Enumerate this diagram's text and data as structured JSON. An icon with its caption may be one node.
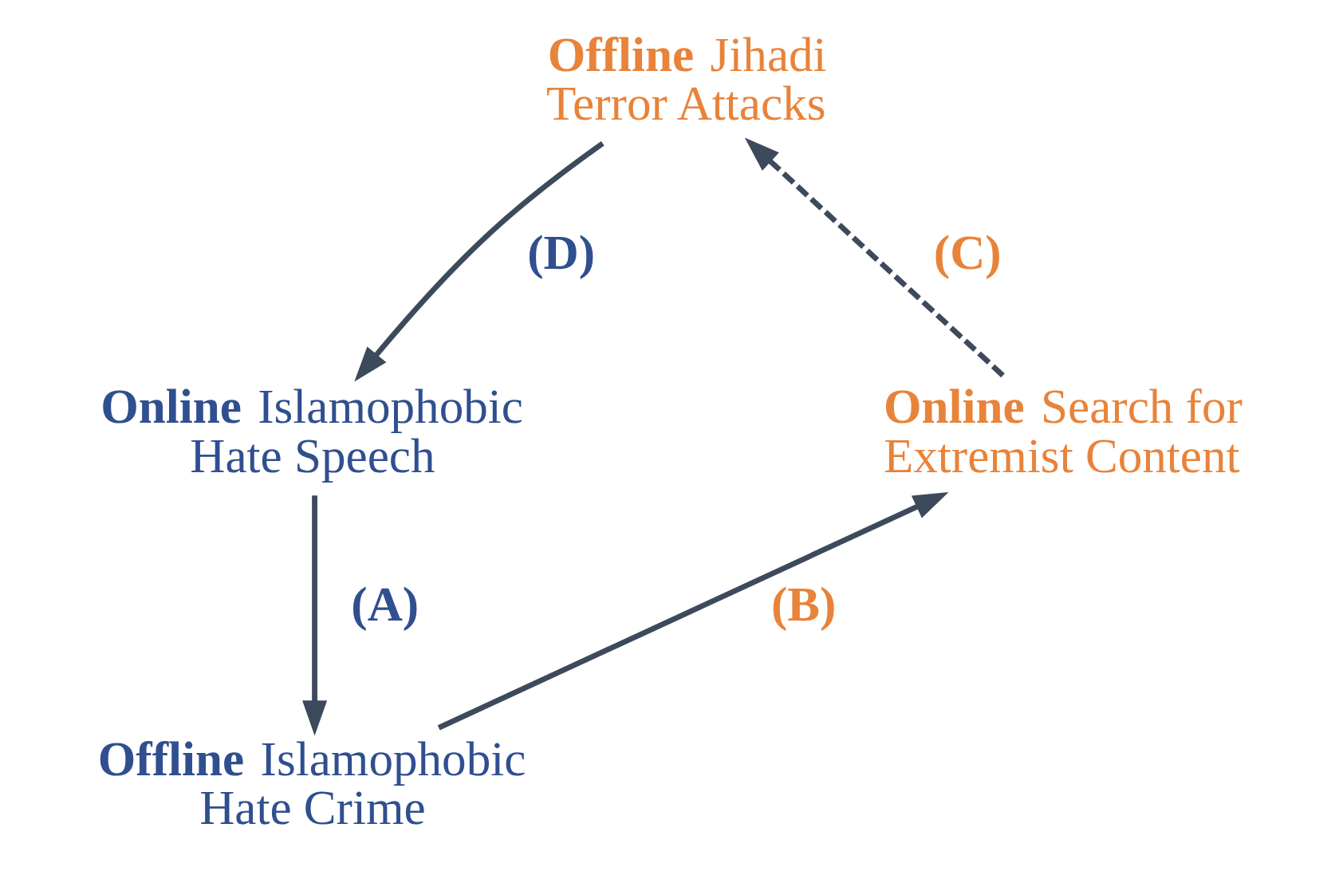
{
  "diagram": {
    "nodes": [
      {
        "text": [
          "**Offline** Jihadi Terror Attacks"
        ]
      },
      {
        "text": [
          "**Online** Islamophobic Hate Speech"
        ]
      },
      {
        "text": [
          "**Offline** Islamophobic Hate Crime"
        ]
      },
      {
        "text": [
          "**Online** Search for Extremist Content"
        ]
      }
    ],
    "edges": [
      {
        "from": 0,
        "to": 1,
        "arrow": "to",
        "label": "(D)"
      },
      {
        "from": 1,
        "to": 2,
        "arrow": "to",
        "label": "(A)"
      },
      {
        "from": 2,
        "to": 3,
        "arrow": "to",
        "label": "(B)"
      },
      {
        "from": 3,
        "to": 0,
        "arrow": "to",
        "label": "(C)",
        "style": "dashed"
      }
    ]
  }
}
